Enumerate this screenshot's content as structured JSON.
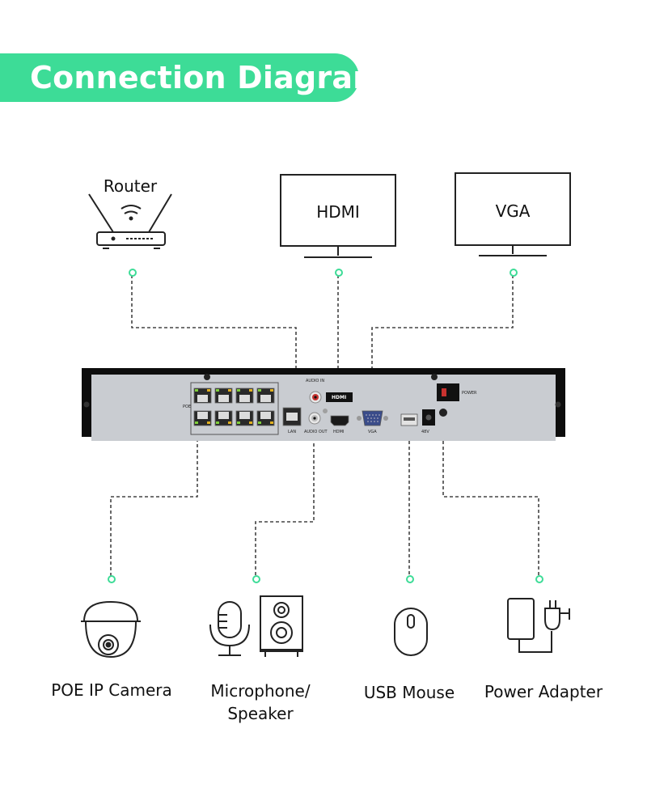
{
  "title": "Connection Diagram",
  "top_devices": {
    "router": "Router",
    "hdmi": "HDMI",
    "vga": "VGA"
  },
  "bottom_devices": {
    "camera": "POE IP Camera",
    "mic_line1": "Microphone/",
    "mic_line2": "Speaker",
    "mouse": "USB Mouse",
    "power": "Power Adapter"
  },
  "nvr_labels": {
    "poe": "POE",
    "lan": "LAN",
    "audio_in": "AUDIO IN",
    "audio_out": "AUDIO OUT",
    "hdmi_port": "HDMI",
    "vga_port": "VGA",
    "voltage": "48V",
    "power_switch": "POWER",
    "hdmi_logo": "HDMI"
  },
  "colors": {
    "accent": "#3ddc97",
    "device_body": "#c9ccd1",
    "frame": "#111111"
  }
}
